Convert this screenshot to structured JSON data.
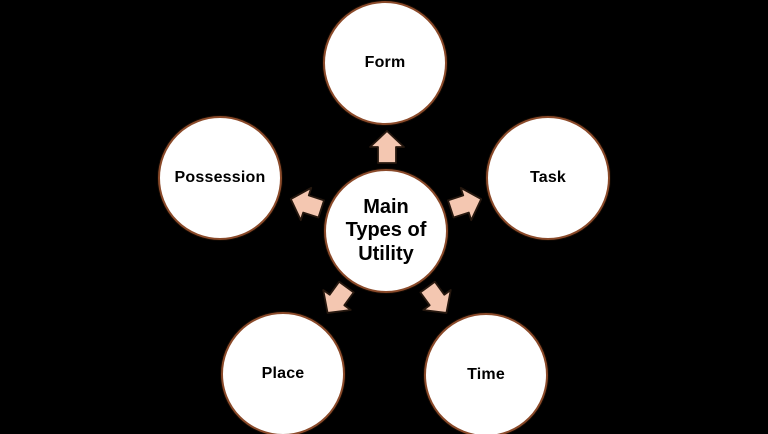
{
  "colors": {
    "background": "#000000",
    "circle_fill": "#ffffff",
    "circle_outline": "#8a4a2a",
    "arrow_fill": "#f4c7b1",
    "arrow_outline": "#26180f",
    "text": "#000000"
  },
  "center_node": {
    "label": "Main Types of Utility",
    "lines": [
      "Main",
      "Types of",
      "Utility"
    ]
  },
  "nodes": [
    {
      "id": "form",
      "label": "Form"
    },
    {
      "id": "task",
      "label": "Task"
    },
    {
      "id": "possession",
      "label": "Possession"
    },
    {
      "id": "place",
      "label": "Place"
    },
    {
      "id": "time",
      "label": "Time"
    }
  ],
  "icons": [
    {
      "name": "arrow-to-form-icon",
      "direction": "up",
      "target": "Form"
    },
    {
      "name": "arrow-to-task-icon",
      "direction": "up-right",
      "target": "Task"
    },
    {
      "name": "arrow-to-possession-icon",
      "direction": "left",
      "target": "Possession"
    },
    {
      "name": "arrow-to-place-icon",
      "direction": "down-left",
      "target": "Place"
    },
    {
      "name": "arrow-to-time-icon",
      "direction": "down-right",
      "target": "Time"
    }
  ]
}
